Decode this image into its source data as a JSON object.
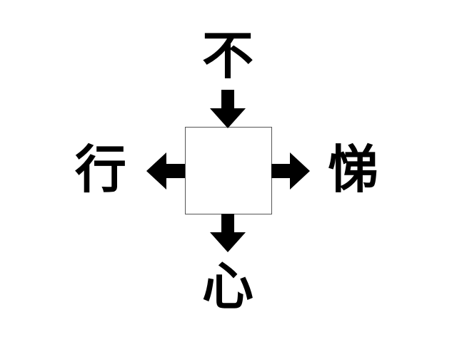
{
  "puzzle": {
    "top": "不",
    "left": "行",
    "right": "悌",
    "bottom": "心",
    "answer": ""
  },
  "colors": {
    "text": "#000000",
    "box_border": "#555555"
  }
}
